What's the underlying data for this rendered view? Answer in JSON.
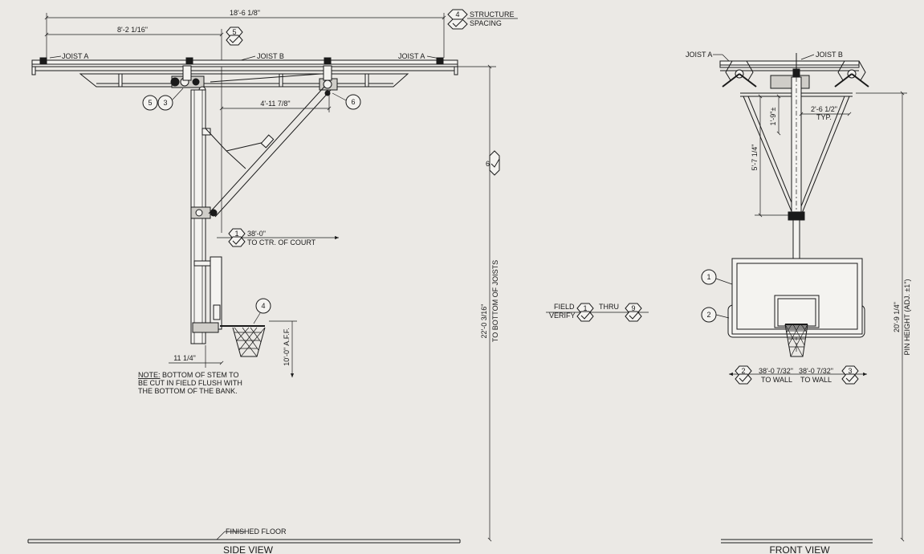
{
  "side_view": {
    "title": "SIDE VIEW",
    "dim_overall": "18'-6 1/8\"",
    "dim_left": "8'-2 1/16\"",
    "dim_diag": "4'-11 7/8\"",
    "dim_stem_offset": "11 1/4\"",
    "dim_height": "22'-0 3/16\"",
    "dim_height_label": "TO BOTTOM OF JOISTS",
    "dim_rim": "10'-0\" A.F.F.",
    "joist_a_left": "JOIST A",
    "joist_b": "JOIST B",
    "joist_a_right": "JOIST A",
    "structure_spacing_line1": "STRUCTURE",
    "structure_spacing_line2": "SPACING",
    "court_dim": "38'-0\"",
    "court_label": "TO CTR. OF COURT",
    "finished_floor": "FINISHED FLOOR",
    "note_prefix": "NOTE:",
    "note_line1": " BOTTOM OF STEM TO",
    "note_line2": "BE CUT IN FIELD FLUSH WITH",
    "note_line3": "THE BOTTOM OF THE BANK.",
    "tags": {
      "t4": "4",
      "t5": "5",
      "t6": "6",
      "t1": "1",
      "c5": "5",
      "c3": "3",
      "c6": "6",
      "c4": "4"
    }
  },
  "field_verify": {
    "line1": "FIELD",
    "line2": "VERIFY",
    "from": "1",
    "thru": "THRU",
    "to": "9"
  },
  "front_view": {
    "title": "FRONT VIEW",
    "joist_a": "JOIST A",
    "joist_b": "JOIST B",
    "dim_small": "1'-9\"±",
    "dim_width": "2'-6 1/2\"",
    "dim_width_typ": "TYP.",
    "dim_brace": "5'-7 1/4\"",
    "dim_pin_height": "20'-9 1/4\"",
    "dim_pin_label": "PIN HEIGHT (ADJ. ±1\")",
    "wall_left_dim": "38'-0 7/32\"",
    "wall_left_label": "TO WALL",
    "wall_right_dim": "38'-0 7/32\"",
    "wall_right_label": "TO WALL",
    "tags": {
      "c1": "1",
      "c2": "2",
      "t2": "2",
      "t3": "3"
    }
  }
}
